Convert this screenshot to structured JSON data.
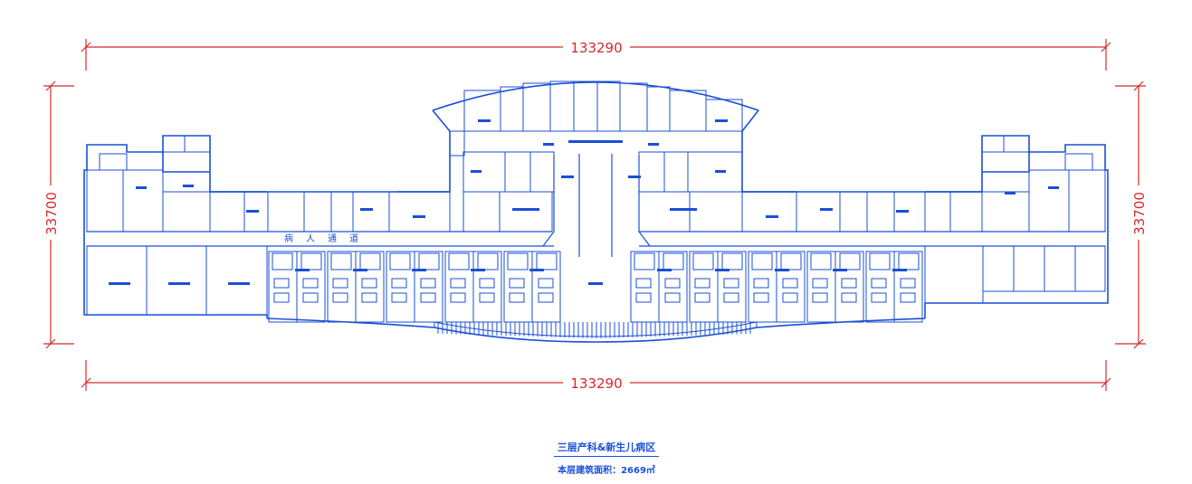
{
  "dimensions": {
    "top_width": "133290",
    "bottom_width": "133290",
    "left_height": "33700",
    "right_height": "33700"
  },
  "plan": {
    "corridor_label": "病人通道"
  },
  "title_block": {
    "title": "三层产科&新生儿病区",
    "area_label": "本层建筑面积：",
    "area_value": "2669㎡"
  },
  "colors": {
    "dimension": "#d42a2a",
    "plan_lines": "#1a4fd6",
    "fill": "#1a4fd6"
  }
}
